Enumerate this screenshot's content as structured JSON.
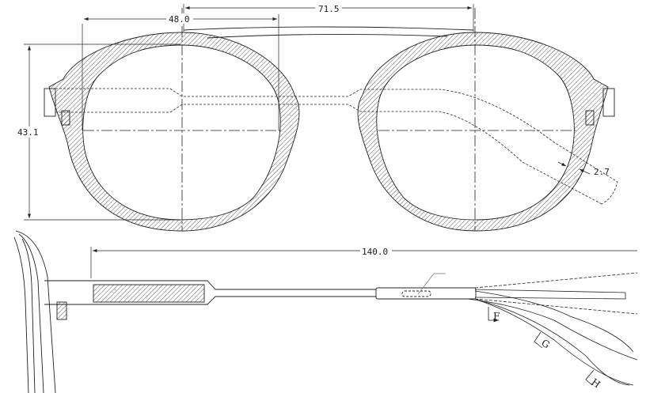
{
  "drawing": {
    "front_view": {
      "dimensions": {
        "lens_width": "48.0",
        "center_distance": "71.5",
        "lens_height": "43.1",
        "rim_thickness": "2.7"
      }
    },
    "side_view": {
      "dimensions": {
        "temple_length": "140.0"
      },
      "section_labels": [
        "F",
        "G",
        "H"
      ]
    },
    "colors": {
      "line": "#222222",
      "background": "#ffffff"
    }
  }
}
